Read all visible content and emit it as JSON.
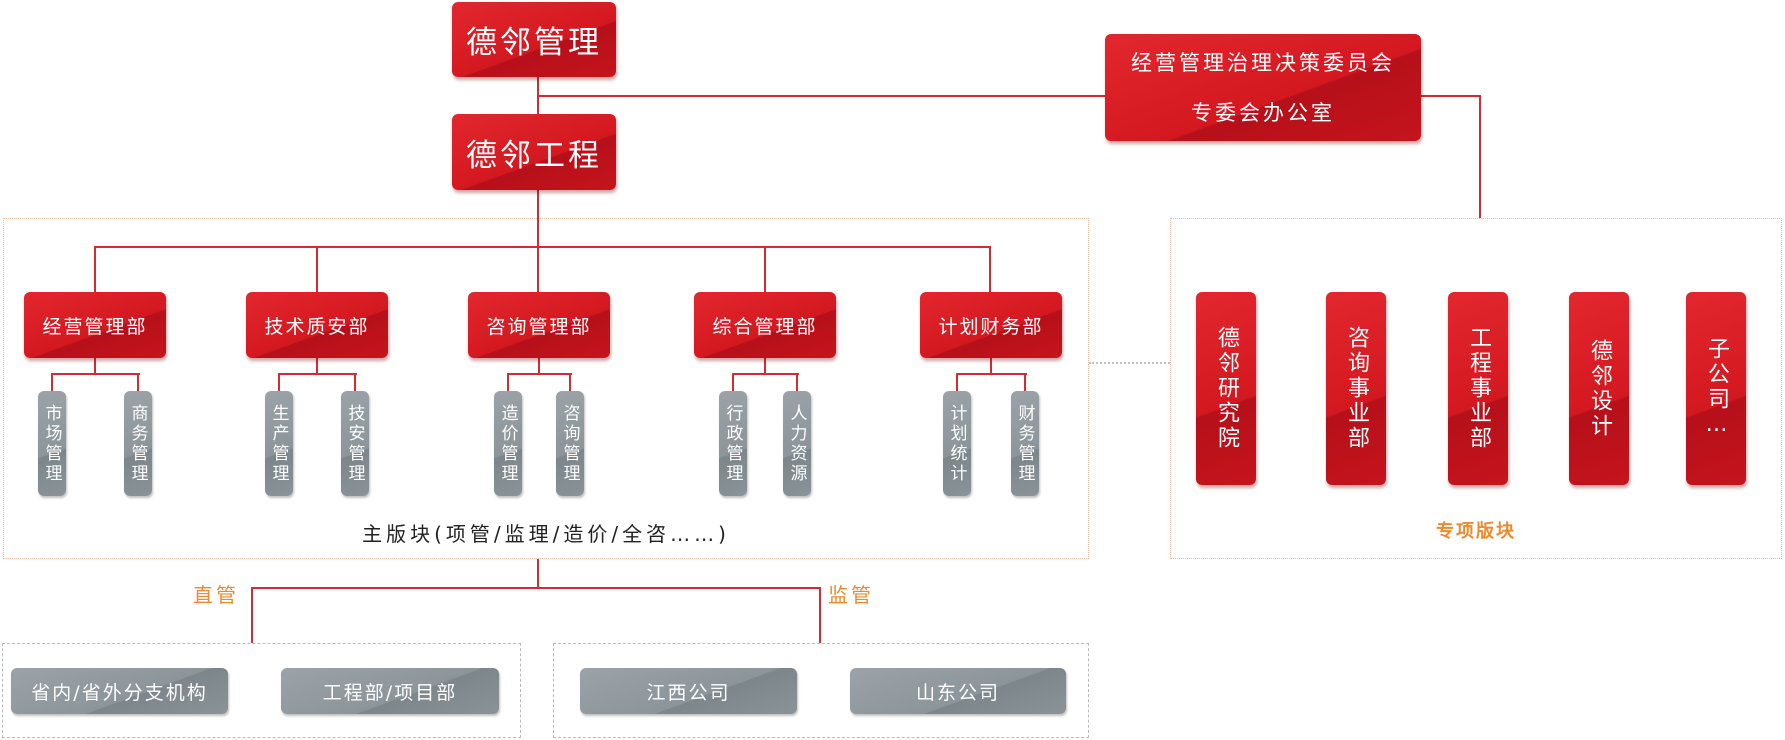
{
  "headquarters": {
    "name": "德邻管理"
  },
  "engineering": {
    "name": "德邻工程"
  },
  "committee": {
    "title": "经营管理治理决策委员会",
    "office": "专委会办公室"
  },
  "main_block": {
    "label": "主版块(项管/监理/造价/全咨……)",
    "departments": [
      {
        "name": "经营管理部",
        "subs": [
          "市场管理",
          "商务管理"
        ]
      },
      {
        "name": "技术质安部",
        "subs": [
          "生产管理",
          "技安管理"
        ]
      },
      {
        "name": "咨询管理部",
        "subs": [
          "造价管理",
          "咨询管理"
        ]
      },
      {
        "name": "综合管理部",
        "subs": [
          "行政管理",
          "人力资源"
        ]
      },
      {
        "name": "计划财务部",
        "subs": [
          "计划统计",
          "财务管理"
        ]
      }
    ]
  },
  "special_block": {
    "label": "专项版块",
    "units": [
      "德邻研究院",
      "咨询事业部",
      "工程事业部",
      "德邻设计",
      "子公司…"
    ]
  },
  "relations": {
    "direct": "直管",
    "supervised": "监管"
  },
  "direct_units": [
    "省内/省外分支机构",
    "工程部/项目部"
  ],
  "supervised_units": [
    "江西公司",
    "山东公司"
  ],
  "colors": {
    "box_red": "#d3181f",
    "box_gray": "#8c959a",
    "line_red": "#d42a30",
    "label_orange": "#ef8a2c",
    "frame_peach": "#f2b79c",
    "frame_gray": "#b8bcbf"
  }
}
